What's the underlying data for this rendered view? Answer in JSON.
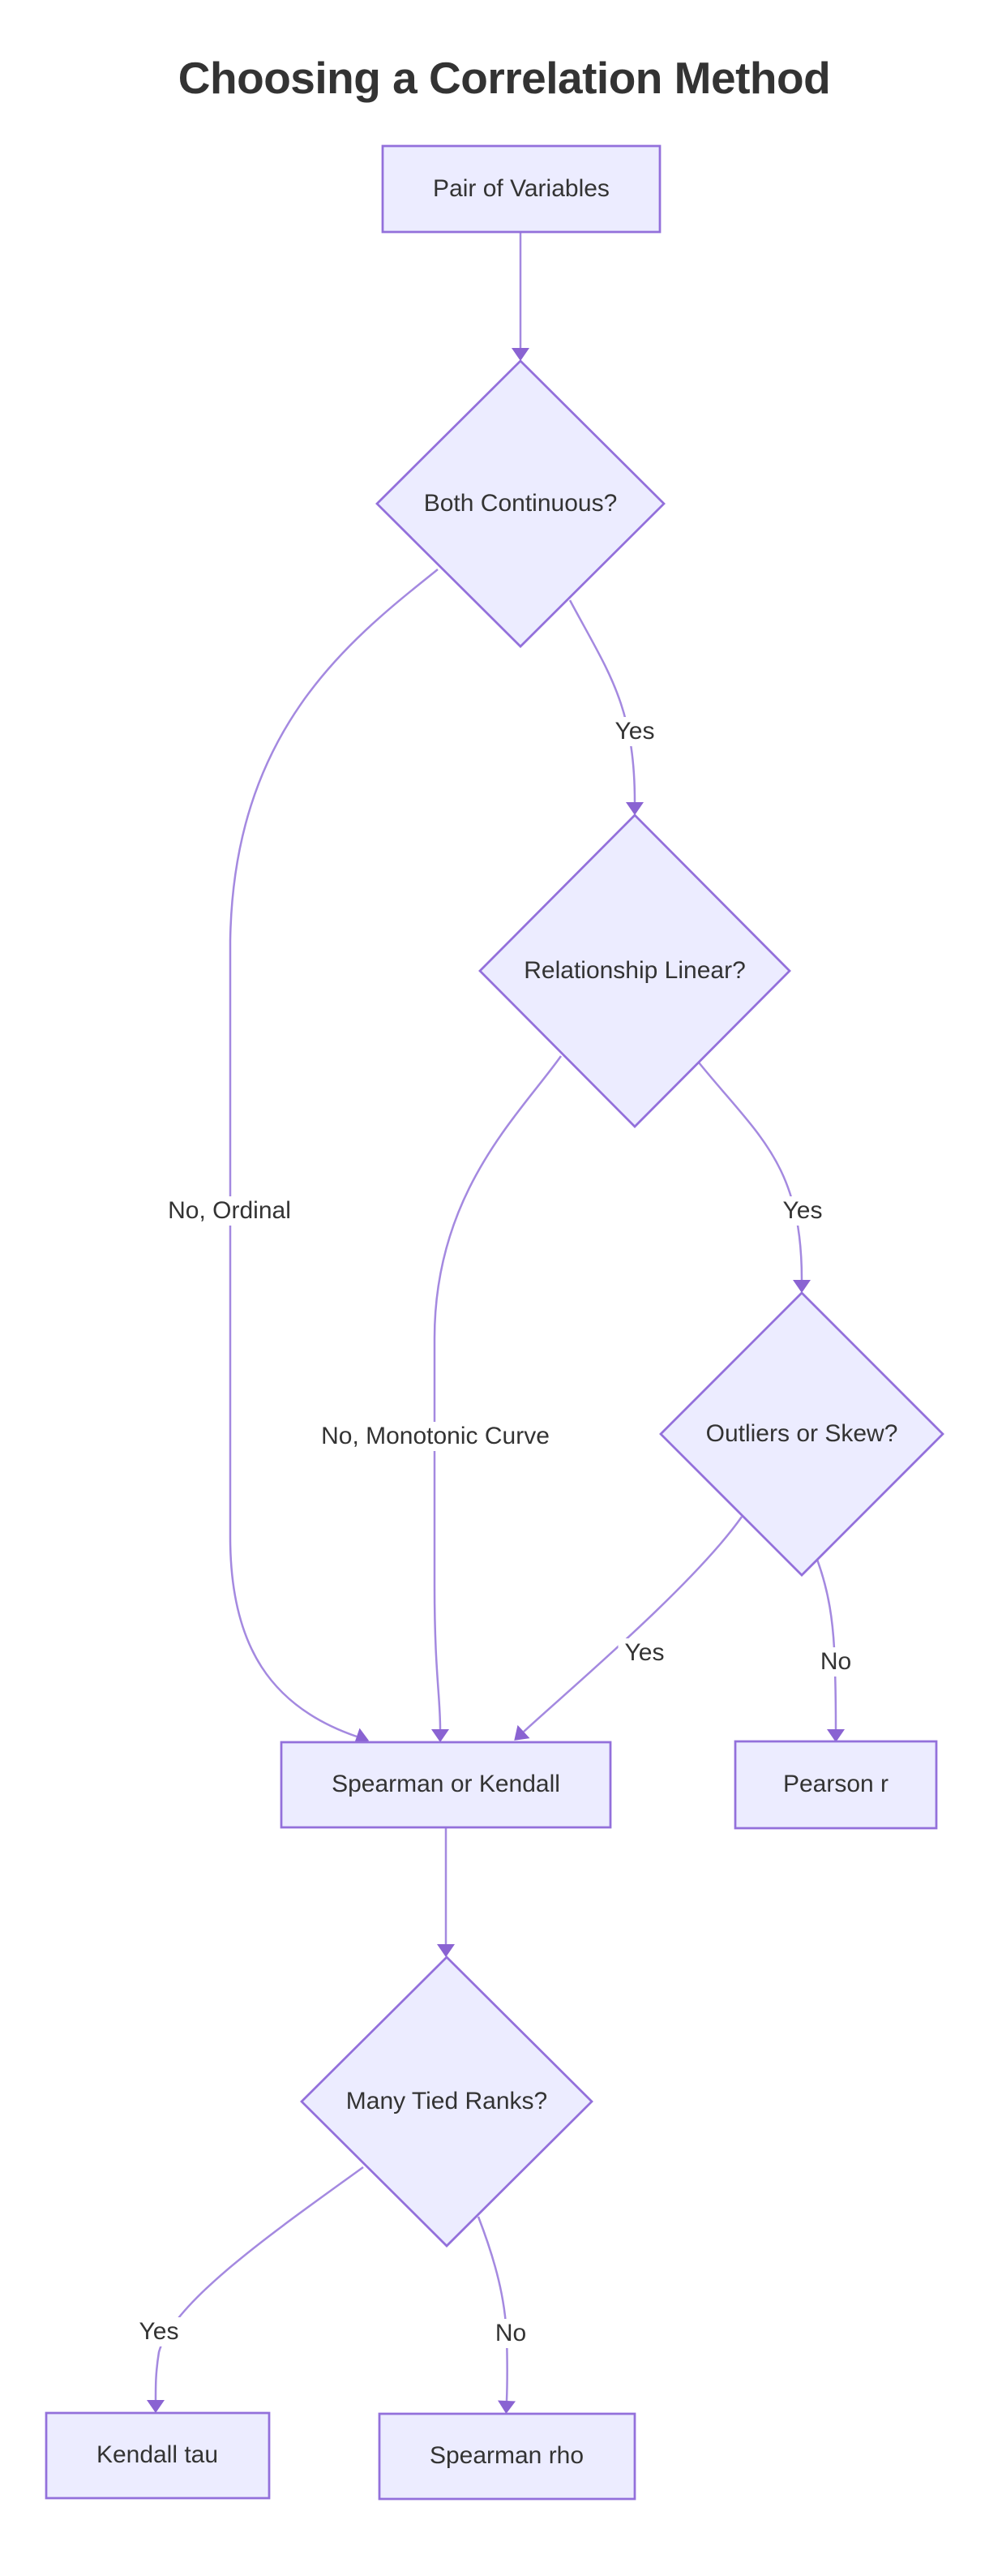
{
  "title": "Choosing a Correlation Method",
  "colors": {
    "background": "#ffffff",
    "node_fill": "#ECECFF",
    "node_border": "#9370DB",
    "line": "#A489E0",
    "arrowhead": "#8A63D2",
    "text": "#333333"
  },
  "flowchart": {
    "nodes": [
      {
        "id": "A",
        "label": "Pair of Variables",
        "shape": "rect"
      },
      {
        "id": "B",
        "label": "Both Continuous?",
        "shape": "diamond"
      },
      {
        "id": "C",
        "label": "Relationship Linear?",
        "shape": "diamond"
      },
      {
        "id": "D",
        "label": "Outliers or Skew?",
        "shape": "diamond"
      },
      {
        "id": "E",
        "label": "Spearman or Kendall",
        "shape": "rect"
      },
      {
        "id": "F",
        "label": "Pearson r",
        "shape": "rect"
      },
      {
        "id": "G",
        "label": "Many Tied Ranks?",
        "shape": "diamond"
      },
      {
        "id": "H",
        "label": "Kendall tau",
        "shape": "rect"
      },
      {
        "id": "I",
        "label": "Spearman rho",
        "shape": "rect"
      }
    ],
    "edges": [
      {
        "from": "Pair of Variables",
        "to": "Both Continuous?",
        "label": ""
      },
      {
        "from": "Both Continuous?",
        "to": "Relationship Linear?",
        "label": "Yes"
      },
      {
        "from": "Both Continuous?",
        "to": "Spearman or Kendall",
        "label": "No, Ordinal"
      },
      {
        "from": "Relationship Linear?",
        "to": "Outliers or Skew?",
        "label": "Yes"
      },
      {
        "from": "Relationship Linear?",
        "to": "Spearman or Kendall",
        "label": "No, Monotonic Curve"
      },
      {
        "from": "Outliers or Skew?",
        "to": "Spearman or Kendall",
        "label": "Yes"
      },
      {
        "from": "Outliers or Skew?",
        "to": "Pearson r",
        "label": "No"
      },
      {
        "from": "Spearman or Kendall",
        "to": "Many Tied Ranks?",
        "label": ""
      },
      {
        "from": "Many Tied Ranks?",
        "to": "Kendall tau",
        "label": "Yes"
      },
      {
        "from": "Many Tied Ranks?",
        "to": "Spearman rho",
        "label": "No"
      }
    ]
  }
}
